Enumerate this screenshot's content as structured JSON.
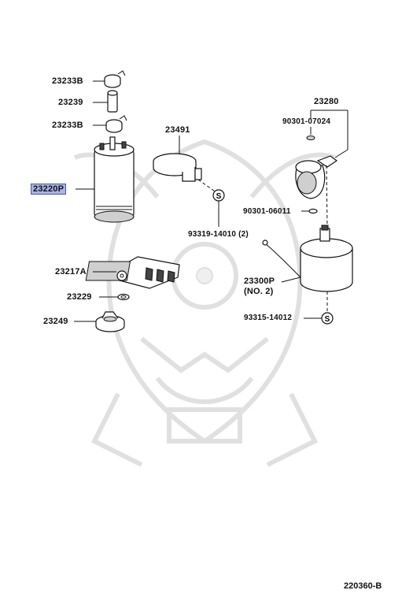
{
  "labels": {
    "part_23233b_top": "23233B",
    "part_23239": "23239",
    "part_23233b_bottom": "23233B",
    "part_23220p": "23220P",
    "part_23491": "23491",
    "part_93319": "93319-14010 (2)",
    "part_23280": "23280",
    "part_90301_07024": "90301-07024",
    "part_90301_06011": "90301-06011",
    "part_23217a": "23217A",
    "part_23229": "23229",
    "part_23249": "23249",
    "part_23300p": "23300P",
    "part_23300p_sub": "(NO. 2)",
    "part_93315": "93315-14012",
    "screw_symbol_1": "S",
    "screw_symbol_2": "S"
  },
  "diagram_code": "220360-B",
  "highlight_color": "#a9b4e6"
}
